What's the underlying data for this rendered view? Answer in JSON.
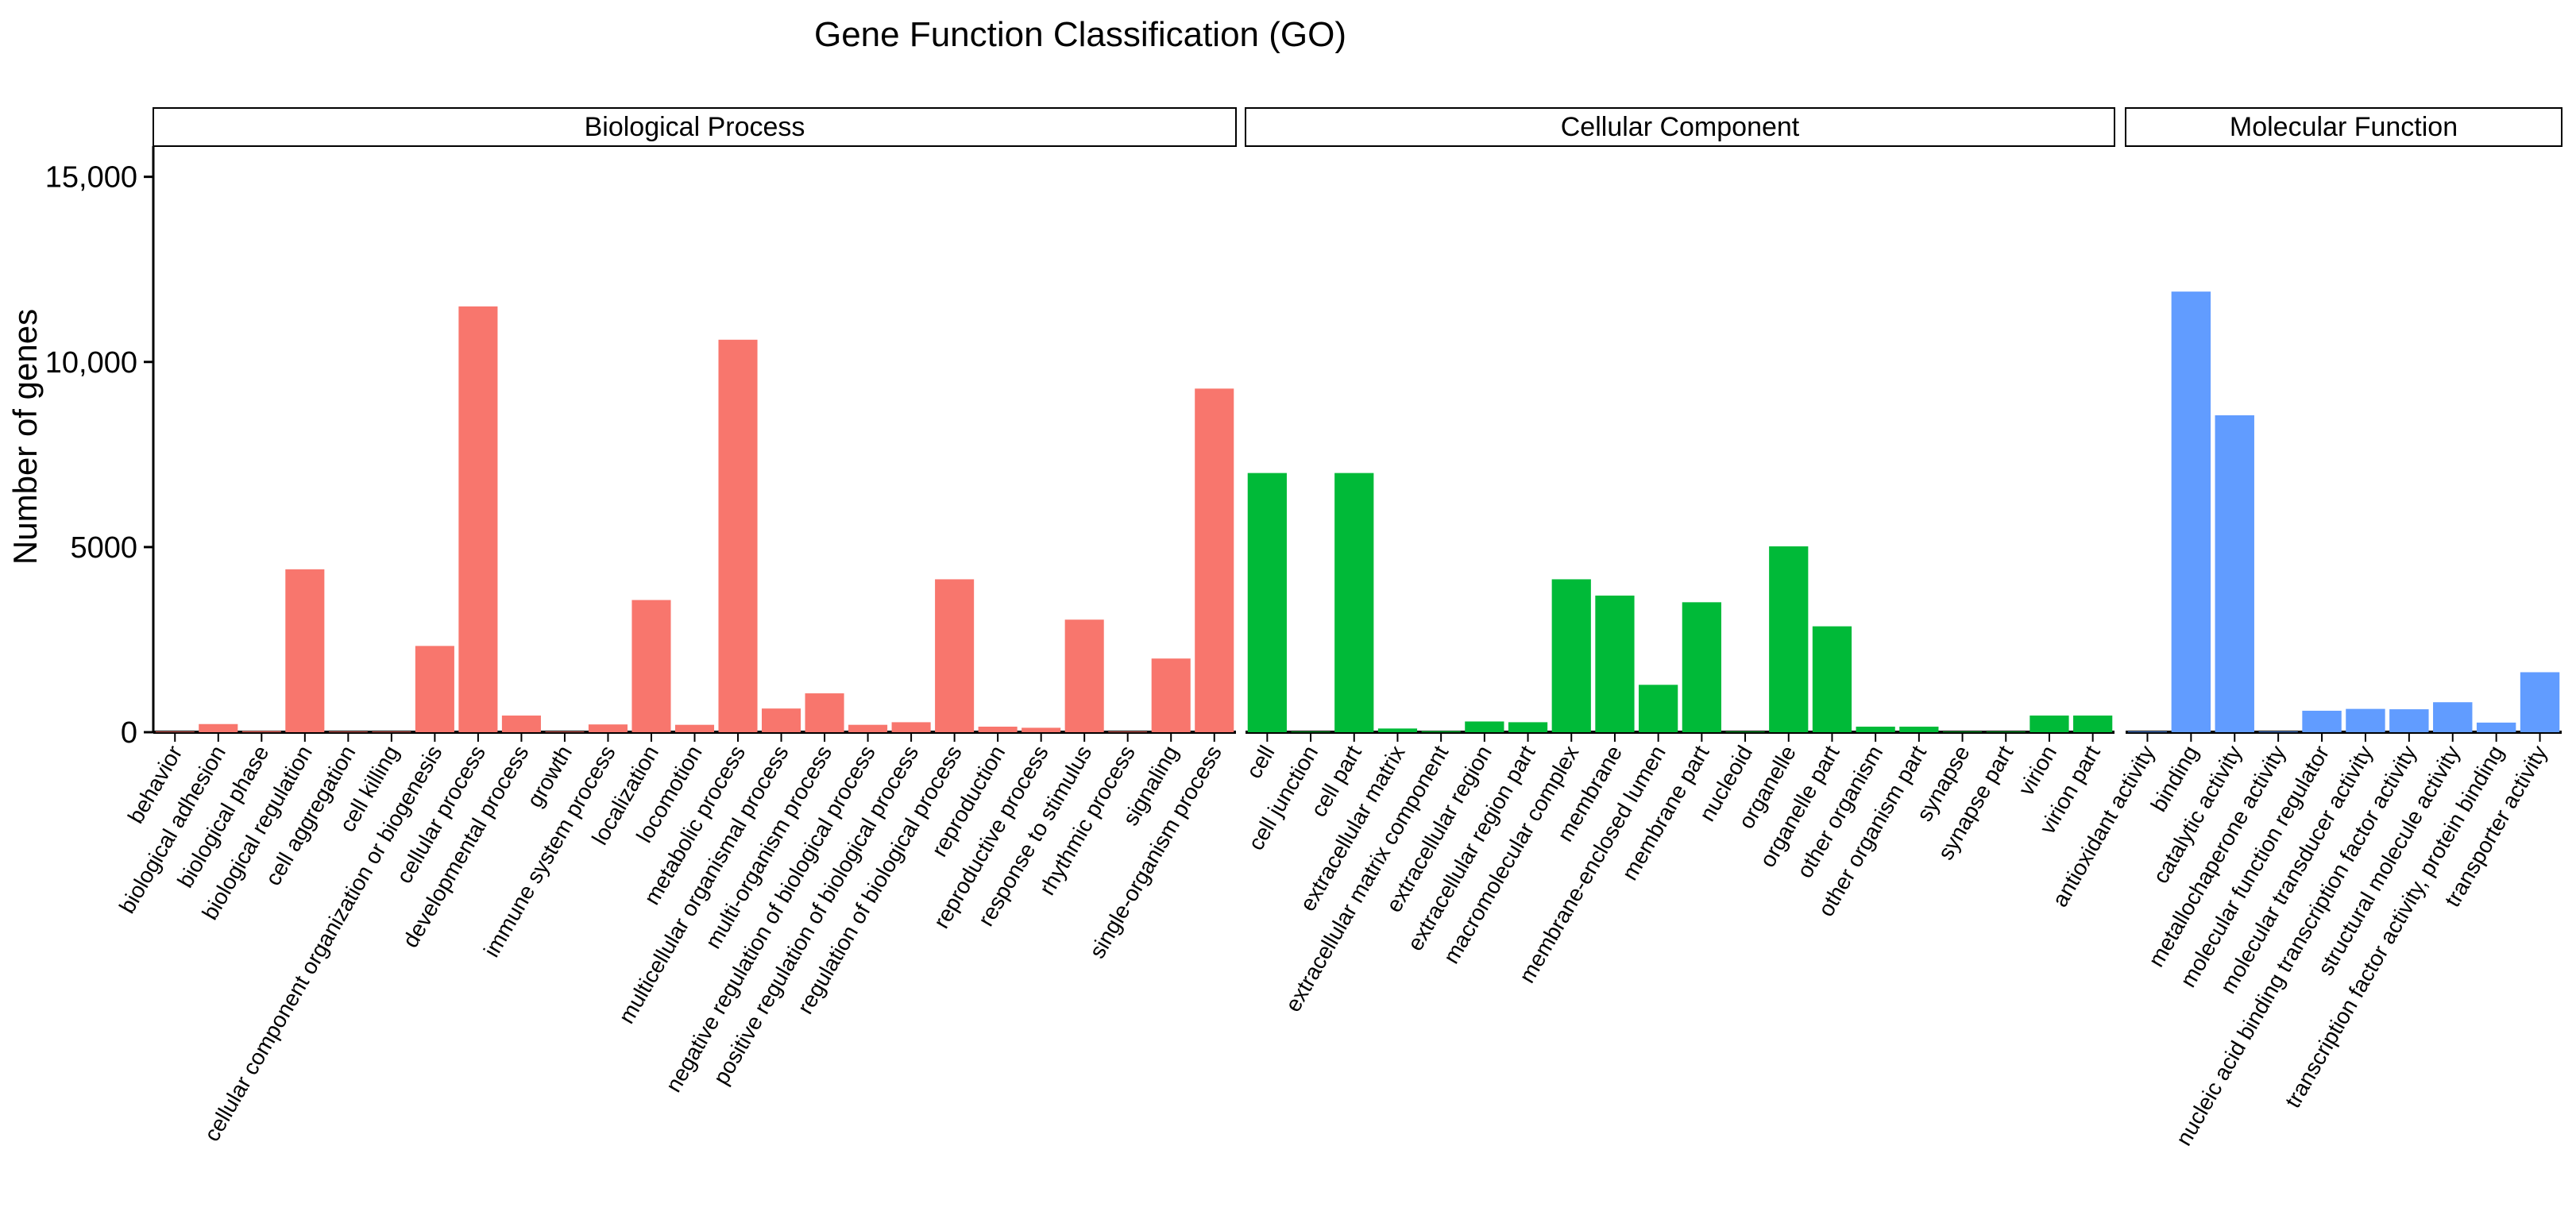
{
  "chart_data": {
    "type": "bar",
    "title": "Gene Function Classification (GO)",
    "xlabel": "",
    "ylabel": "Number of genes",
    "ylim": [
      0,
      15700
    ],
    "yticks": [
      {
        "value": 0,
        "label": "0"
      },
      {
        "value": 5000,
        "label": "5000"
      },
      {
        "value": 10000,
        "label": "10,000"
      },
      {
        "value": 15000,
        "label": "15,000"
      }
    ],
    "grid": false,
    "legend": "none",
    "panels": [
      {
        "name": "Biological Process",
        "color": "#F8766D",
        "categories": [
          "behavior",
          "biological adhesion",
          "biological phase",
          "biological regulation",
          "cell aggregation",
          "cell killing",
          "cellular component organization or biogenesis",
          "cellular process",
          "developmental process",
          "growth",
          "immune system process",
          "localization",
          "locomotion",
          "metabolic process",
          "multicellular organismal process",
          "multi-organism process",
          "negative regulation of biological process",
          "positive regulation of biological process",
          "regulation of biological process",
          "reproduction",
          "reproductive process",
          "response to stimulus",
          "rhythmic process",
          "signaling",
          "single-organism process"
        ],
        "values": [
          20,
          220,
          30,
          4400,
          20,
          20,
          2330,
          11500,
          450,
          20,
          210,
          3570,
          200,
          10600,
          640,
          1050,
          200,
          270,
          4130,
          150,
          120,
          3040,
          20,
          1990,
          9280
        ]
      },
      {
        "name": "Cellular Component",
        "color": "#00BA38",
        "categories": [
          "cell",
          "cell junction",
          "cell part",
          "extracellular matrix",
          "extracellular matrix component",
          "extracellular region",
          "extracellular region part",
          "macromolecular complex",
          "membrane",
          "membrane-enclosed lumen",
          "membrane part",
          "nucleoid",
          "organelle",
          "organelle part",
          "other organism",
          "other organism part",
          "synapse",
          "synapse part",
          "virion",
          "virion part"
        ],
        "values": [
          7000,
          20,
          7000,
          100,
          30,
          290,
          270,
          4130,
          3690,
          1280,
          3510,
          20,
          5020,
          2860,
          150,
          150,
          20,
          20,
          450,
          450
        ]
      },
      {
        "name": "Molecular Function",
        "color": "#619CFF",
        "categories": [
          "antioxidant activity",
          "binding",
          "catalytic activity",
          "metallochaperone activity",
          "molecular function regulator",
          "molecular transducer activity",
          "nucleic acid binding transcription factor activity",
          "structural molecule activity",
          "transcription factor activity, protein binding",
          "transporter activity"
        ],
        "values": [
          20,
          11900,
          8560,
          20,
          580,
          630,
          620,
          810,
          260,
          1620
        ]
      }
    ]
  }
}
